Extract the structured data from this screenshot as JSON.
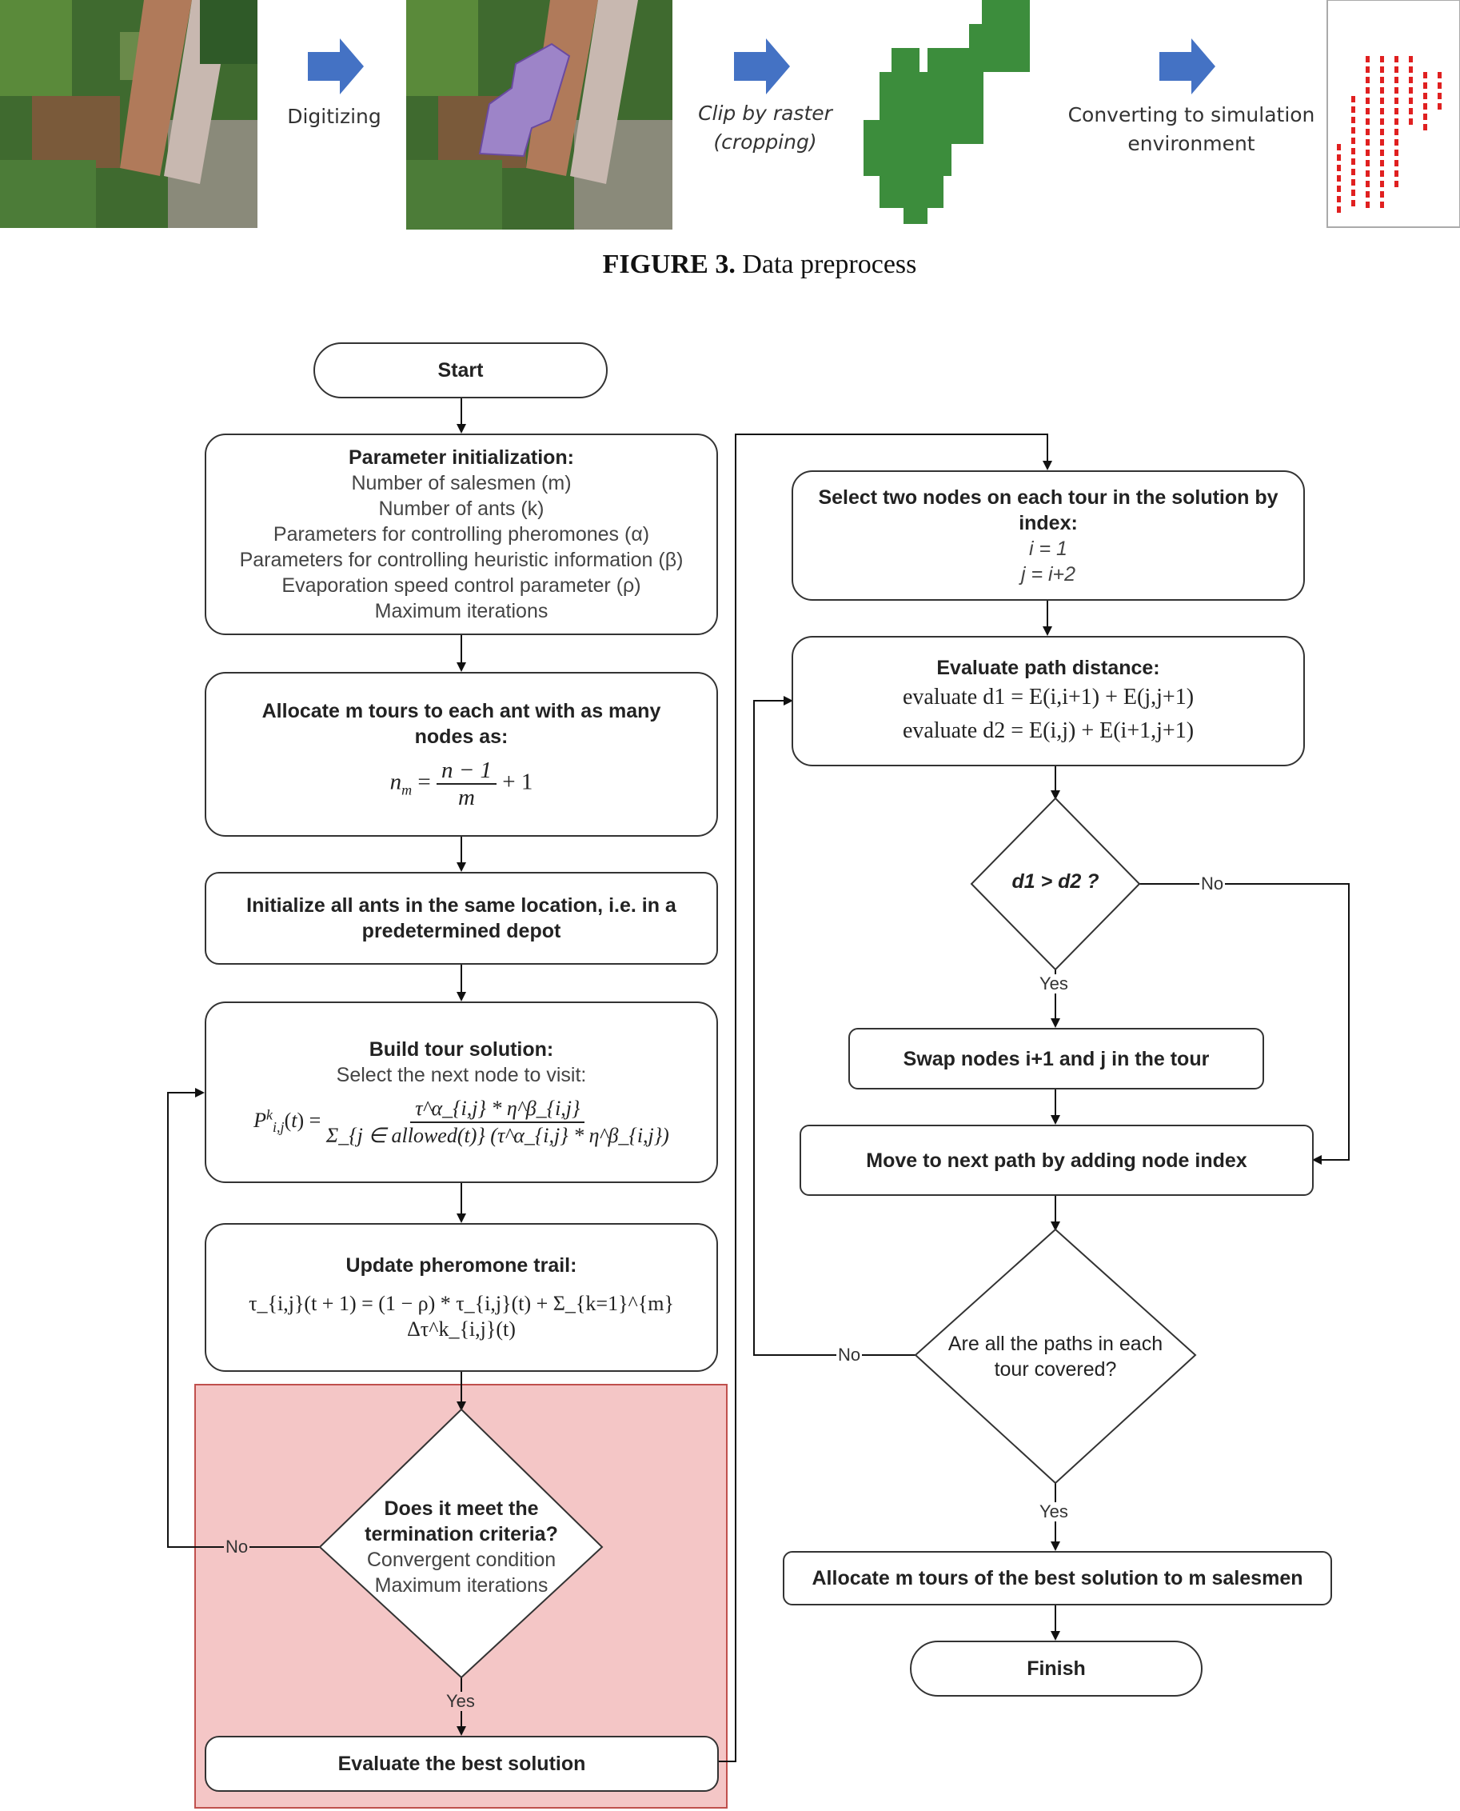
{
  "preprocess": {
    "step1_label": "Digitizing",
    "step2_label_line1": "Clip by raster",
    "step2_label_line2": "(cropping)",
    "step3_label_line1": "Converting to simulation",
    "step3_label_line2": "environment"
  },
  "caption": {
    "prefix": "FIGURE 3.",
    "text": "Data preprocess"
  },
  "flow": {
    "start": "Start",
    "init": {
      "title": "Parameter initialization:",
      "lines": [
        "Number of salesmen (m)",
        "Number of ants (k)",
        "Parameters for controlling pheromones (α)",
        "Parameters for controlling heuristic information (β)",
        "Evaporation speed control parameter (ρ)",
        "Maximum iterations"
      ]
    },
    "allocate": {
      "line1": "Allocate m tours to each ant with as many",
      "line2": "nodes as:",
      "formula_lhs": "n",
      "formula_lhs_sub": "m",
      "formula_num": "n − 1",
      "formula_den": "m",
      "formula_plus": "+ 1"
    },
    "initialize": {
      "line1": "Initialize all ants in the same location, i.e. in a",
      "line2": "predetermined depot"
    },
    "build": {
      "title": "Build tour solution:",
      "subtitle": "Select the next node to visit:",
      "formula_lhs": "P",
      "formula_num": "τ^α_{i,j} * η^β_{i,j}",
      "formula_den": "Σ_{j ∈ allowed(t)} (τ^α_{i,j} * η^β_{i,j})"
    },
    "update": {
      "title": "Update pheromone trail:",
      "formula": "τ_{i,j}(t + 1) = (1 − ρ) * τ_{i,j}(t) + Σ_{k=1}^{m} Δτ^k_{i,j}(t)"
    },
    "terminate": {
      "line1": "Does it meet the",
      "line2": "termination criteria?",
      "line3": "Convergent condition",
      "line4": "Maximum iterations",
      "no_label": "No",
      "yes_label": "Yes"
    },
    "evaluate_best": "Evaluate the best solution",
    "select_nodes": {
      "line1": "Select two nodes on each tour in the solution by",
      "line2": "index:",
      "line3": "i = 1",
      "line4": "j = i+2"
    },
    "evaluate_path": {
      "title": "Evaluate path distance:",
      "line1": "evaluate d1 = E(i,i+1) + E(j,j+1)",
      "line2": "evaluate d2 = E(i,j) + E(i+1,j+1)"
    },
    "compare": {
      "text": "d1 > d2 ?",
      "no_label": "No",
      "yes_label": "Yes"
    },
    "swap": "Swap nodes i+1 and j in the tour",
    "move_next": "Move to next path by adding node index",
    "covered": {
      "line1": "Are all the paths in each",
      "line2": "tour covered?",
      "no_label": "No",
      "yes_label": "Yes"
    },
    "allocate_best": "Allocate m tours of the best solution to m salesmen",
    "finish": "Finish"
  }
}
